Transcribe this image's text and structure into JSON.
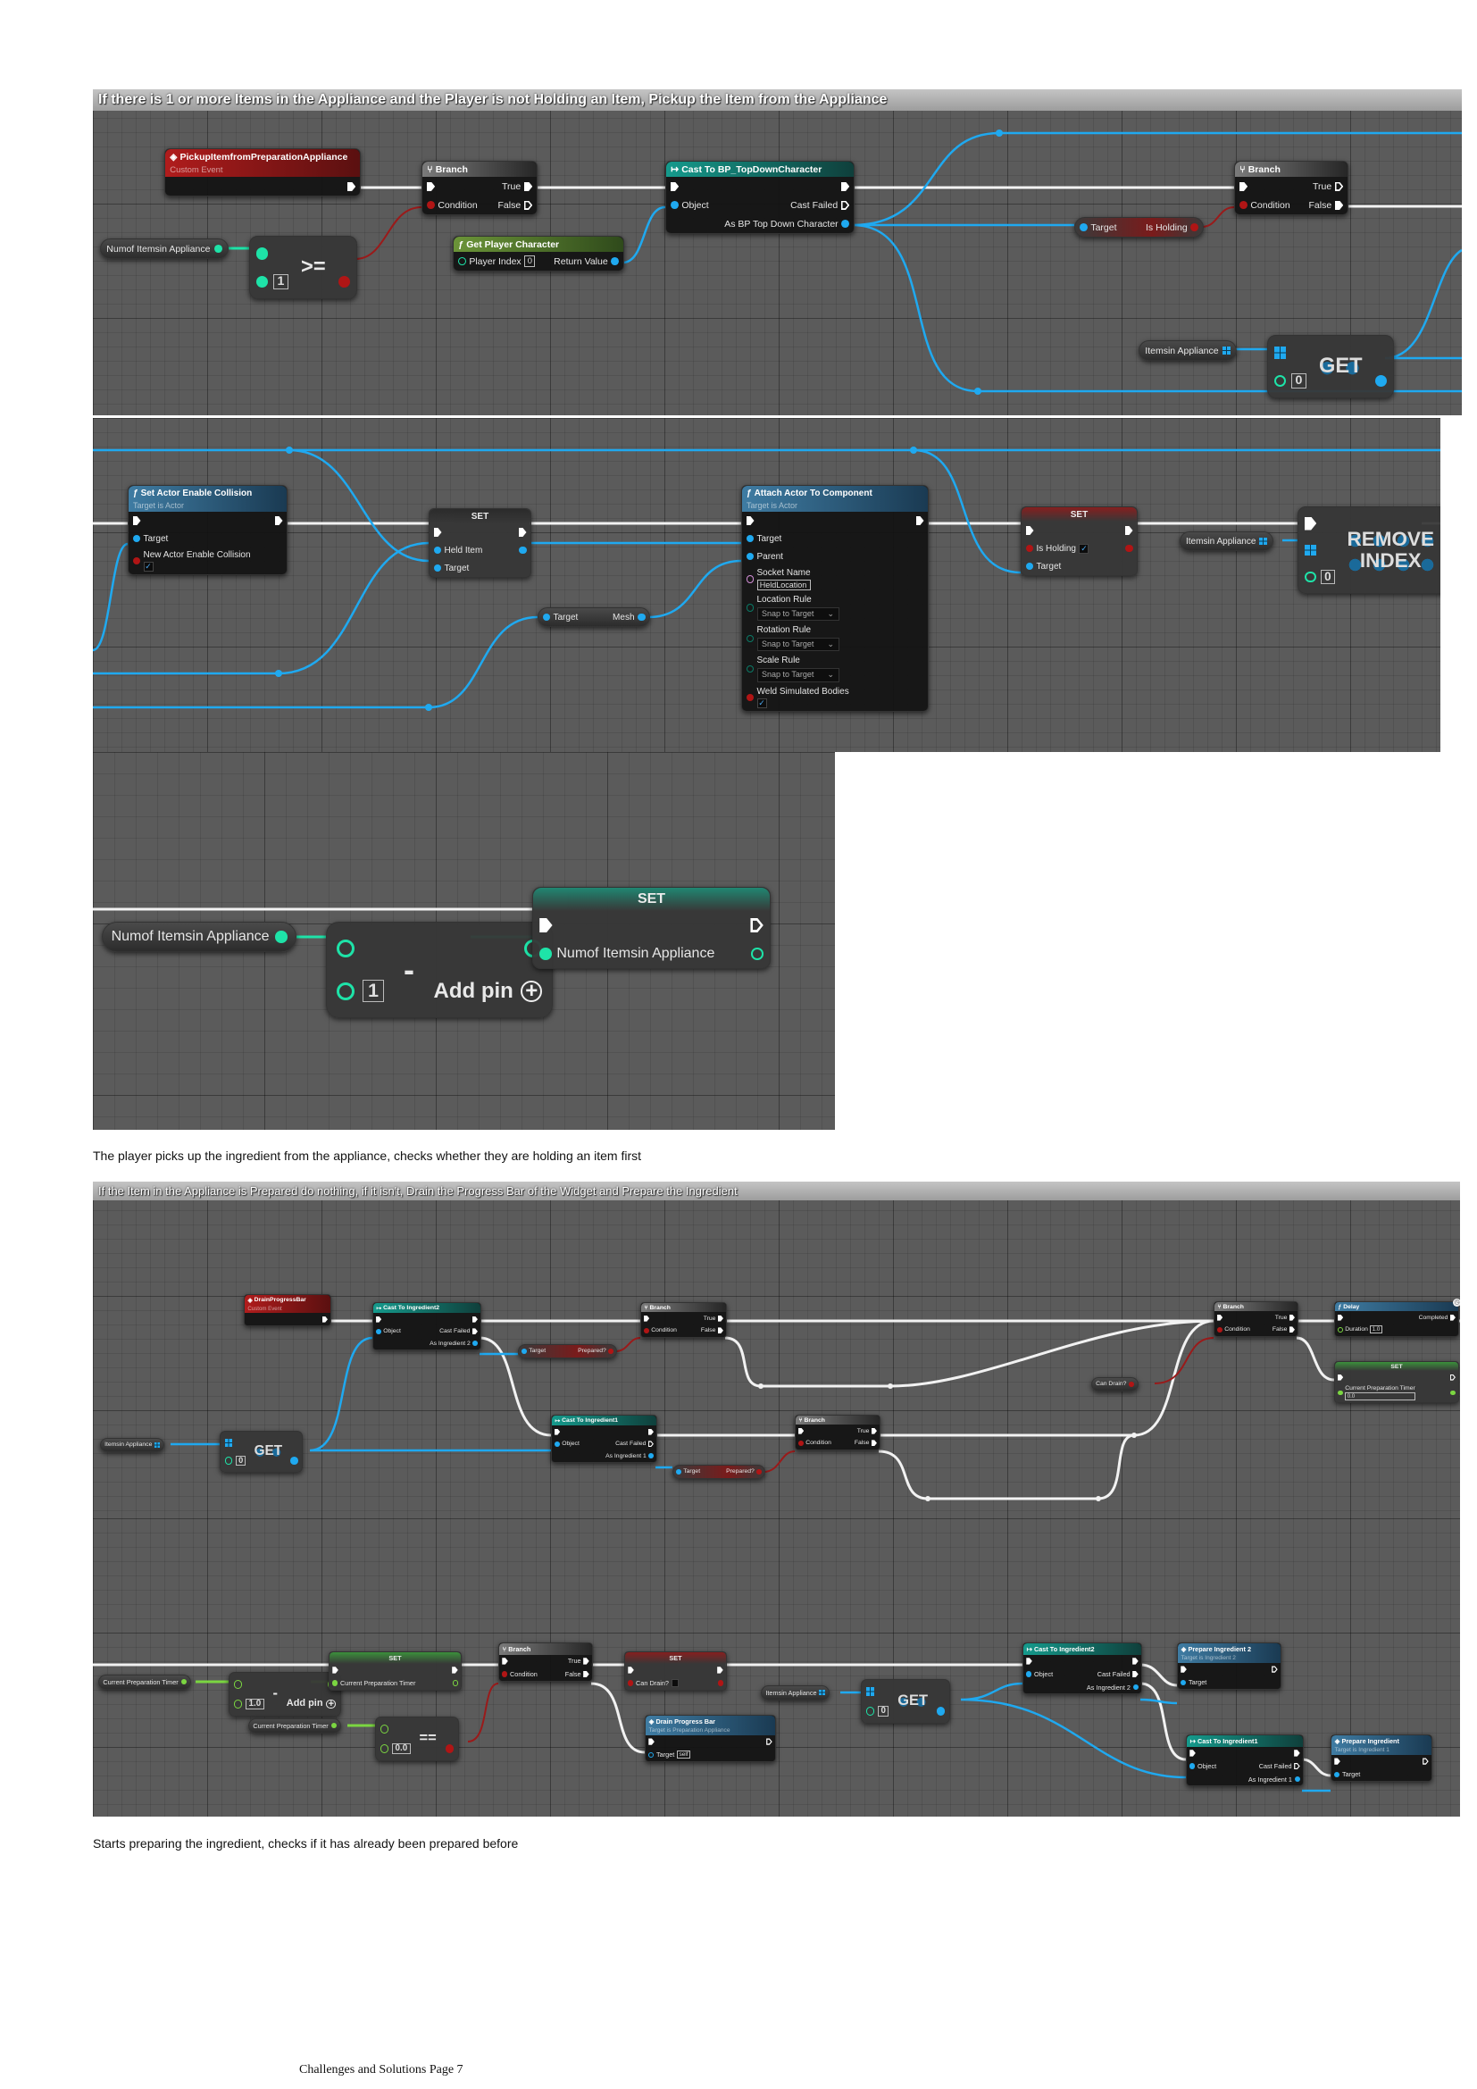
{
  "panel1": {
    "comment": "If there is 1 or more Items in the Appliance and the Player is not Holding an Item, Pickup the Item from the Appliance",
    "event": {
      "icon": "event-icon",
      "title": "PickupItemfromPreparationAppliance",
      "subtitle": "Custom Event",
      "rows": [
        [
          null,
          {
            "t": "exec"
          }
        ]
      ]
    },
    "branch1": {
      "icon": "branch-icon",
      "title": "Branch",
      "rows": [
        [
          {
            "t": "exec"
          },
          {
            "t": "exec",
            "label": "True"
          }
        ],
        [
          {
            "t": "bool",
            "label": "Condition"
          },
          {
            "t": "exec-o",
            "label": "False"
          }
        ]
      ]
    },
    "cast": {
      "icon": "cast-icon",
      "title": "Cast To BP_TopDownCharacter",
      "rows": [
        [
          {
            "t": "exec"
          },
          {
            "t": "exec"
          }
        ],
        [
          {
            "t": "obj",
            "label": "Object"
          },
          {
            "t": "exec-o",
            "label": "Cast Failed"
          }
        ],
        [
          null,
          {
            "t": "obj",
            "label": "As BP Top Down Character"
          }
        ]
      ]
    },
    "numof": {
      "label": "Numof Itemsin Appliance",
      "pin": "int"
    },
    "compare": {
      "op": ">=",
      "rows": [
        [
          {
            "t": "int"
          },
          null
        ],
        [
          {
            "t": "int",
            "value": "1"
          },
          {
            "t": "bool"
          }
        ]
      ]
    },
    "getplayer": {
      "icon": "function-icon",
      "title": "Get Player Character",
      "rows": [
        [
          {
            "t": "int-o",
            "label": "Player Index",
            "value": "0"
          },
          {
            "t": "obj",
            "label": "Return Value"
          }
        ]
      ]
    },
    "isholding": {
      "rows": [
        [
          {
            "t": "obj",
            "label": "Target"
          },
          {
            "t": "bool",
            "label": "Is Holding"
          }
        ]
      ]
    },
    "branch2": {
      "icon": "branch-icon",
      "title": "Branch",
      "rows": [
        [
          {
            "t": "exec"
          },
          {
            "t": "exec-o",
            "label": "True"
          }
        ],
        [
          {
            "t": "bool",
            "label": "Condition"
          },
          {
            "t": "exec",
            "label": "False"
          }
        ]
      ]
    },
    "itemsin": {
      "label": "Itemsin Appliance",
      "pin": "array"
    },
    "get": {
      "op": "GET",
      "rows": [
        [
          {
            "t": "array"
          },
          null
        ],
        [
          {
            "t": "int-o",
            "value": "0"
          },
          {
            "t": "obj"
          }
        ]
      ]
    }
  },
  "panel2": {
    "setcollision": {
      "icon": "function-icon",
      "title": "Set Actor Enable Collision",
      "subtitle": "Target is Actor",
      "rows": [
        [
          {
            "t": "exec"
          },
          {
            "t": "exec"
          }
        ],
        [
          {
            "t": "obj",
            "label": "Target"
          },
          null
        ],
        [
          {
            "t": "bool",
            "label": "New Actor Enable Collision",
            "check": true,
            "stack": true
          },
          null
        ]
      ]
    },
    "setheld": {
      "title": "SET",
      "rows": [
        [
          {
            "t": "exec"
          },
          {
            "t": "exec"
          }
        ],
        [
          {
            "t": "obj",
            "label": "Held Item"
          },
          {
            "t": "obj"
          }
        ],
        [
          {
            "t": "obj",
            "label": "Target"
          },
          null
        ]
      ]
    },
    "targetmesh": {
      "rows": [
        [
          {
            "t": "obj",
            "label": "Target"
          },
          {
            "t": "obj",
            "label": "Mesh"
          }
        ]
      ]
    },
    "attach": {
      "icon": "function-icon",
      "title": "Attach Actor To Component",
      "subtitle": "Target is Actor",
      "rows": [
        [
          {
            "t": "exec"
          },
          {
            "t": "exec"
          }
        ],
        [
          {
            "t": "obj",
            "label": "Target"
          },
          null
        ],
        [
          {
            "t": "obj",
            "label": "Parent"
          },
          null
        ],
        [
          {
            "t": "name",
            "label": "Socket Name",
            "value": "HeldLocation",
            "stack": true
          },
          null
        ],
        [
          {
            "t": "enum",
            "label": "Location Rule",
            "select": "Snap to Target",
            "stack": true
          },
          null
        ],
        [
          {
            "t": "enum",
            "label": "Rotation Rule",
            "select": "Snap to Target",
            "stack": true
          },
          null
        ],
        [
          {
            "t": "enum",
            "label": "Scale Rule",
            "select": "Snap to Target",
            "stack": true
          },
          null
        ],
        [
          {
            "t": "bool",
            "label": "Weld Simulated Bodies",
            "check": true,
            "stack": true
          },
          null
        ]
      ]
    },
    "setholding": {
      "title": "SET",
      "rows": [
        [
          {
            "t": "exec"
          },
          {
            "t": "exec"
          }
        ],
        [
          {
            "t": "bool",
            "label": "Is Holding",
            "check": true
          },
          {
            "t": "bool"
          }
        ],
        [
          {
            "t": "obj",
            "label": "Target"
          },
          null
        ]
      ]
    },
    "itemsin": {
      "label": "Itemsin Appliance",
      "pin": "array"
    },
    "removeindex": {
      "op": "REMOVE INDEX",
      "rows": [
        [
          {
            "t": "exec"
          },
          {
            "t": "exec"
          }
        ],
        [
          {
            "t": "array"
          },
          null
        ],
        [
          {
            "t": "int-o",
            "value": "0"
          },
          null
        ]
      ]
    }
  },
  "panel3": {
    "numof": {
      "label": "Numof Itemsin Appliance",
      "pin": "int"
    },
    "subtract": {
      "op": "-",
      "rows": [
        [
          {
            "t": "int-o"
          },
          {
            "t": "int-o"
          }
        ],
        [
          {
            "t": "int-o",
            "value": "1"
          },
          {
            "t": "addpin",
            "label": "Add pin"
          }
        ]
      ]
    },
    "set": {
      "title": "SET",
      "rows": [
        [
          {
            "t": "exec"
          },
          {
            "t": "exec-o"
          }
        ],
        [
          {
            "t": "int",
            "label": "Numof Itemsin Appliance"
          },
          {
            "t": "int-o"
          }
        ]
      ]
    }
  },
  "caption1": "The player picks up the ingredient from the appliance, checks whether they are holding an item first",
  "panel4": {
    "comment": "If the Item in the Appliance is Prepared do nothing, if it isn't,  Drain the Progress Bar of the Widget and Prepare the Ingredient",
    "event": {
      "icon": "event-icon",
      "title": "DrainProgressBar",
      "subtitle": "Custom Event",
      "rows": [
        [
          null,
          {
            "t": "exec"
          }
        ]
      ]
    },
    "cast2": {
      "icon": "cast-icon",
      "title": "Cast To Ingredient2",
      "rows": [
        [
          {
            "t": "exec"
          },
          {
            "t": "exec"
          }
        ],
        [
          {
            "t": "obj",
            "label": "Object"
          },
          {
            "t": "exec",
            "label": "Cast Failed"
          }
        ],
        [
          null,
          {
            "t": "obj",
            "label": "As Ingredient 2"
          }
        ]
      ]
    },
    "prepared2": {
      "rows": [
        [
          {
            "t": "obj",
            "label": "Target"
          },
          {
            "t": "bool",
            "label": "Prepared?"
          }
        ]
      ]
    },
    "brancha": {
      "icon": "branch-icon",
      "title": "Branch",
      "rows": [
        [
          {
            "t": "exec"
          },
          {
            "t": "exec",
            "label": "True"
          }
        ],
        [
          {
            "t": "bool",
            "label": "Condition"
          },
          {
            "t": "exec",
            "label": "False"
          }
        ]
      ]
    },
    "itemsin": {
      "label": "Itemsin Appliance",
      "pin": "array"
    },
    "get": {
      "op": "GET",
      "rows": [
        [
          {
            "t": "array"
          },
          null
        ],
        [
          {
            "t": "int-o",
            "value": "0"
          },
          {
            "t": "obj"
          }
        ]
      ]
    },
    "cast1": {
      "icon": "cast-icon",
      "title": "Cast To Ingredient1",
      "rows": [
        [
          {
            "t": "exec"
          },
          {
            "t": "exec"
          }
        ],
        [
          {
            "t": "obj",
            "label": "Object"
          },
          {
            "t": "exec-o",
            "label": "Cast Failed"
          }
        ],
        [
          null,
          {
            "t": "obj",
            "label": "As Ingredient 1"
          }
        ]
      ]
    },
    "prepared1": {
      "rows": [
        [
          {
            "t": "obj",
            "label": "Target"
          },
          {
            "t": "bool",
            "label": "Prepared?"
          }
        ]
      ]
    },
    "branchb": {
      "icon": "branch-icon",
      "title": "Branch",
      "rows": [
        [
          {
            "t": "exec"
          },
          {
            "t": "exec",
            "label": "True"
          }
        ],
        [
          {
            "t": "bool",
            "label": "Condition"
          },
          {
            "t": "exec",
            "label": "False"
          }
        ]
      ]
    },
    "candrain": {
      "label": "Can Drain?",
      "pin": "bool"
    },
    "branchc": {
      "icon": "branch-icon",
      "title": "Branch",
      "rows": [
        [
          {
            "t": "exec"
          },
          {
            "t": "exec",
            "label": "True"
          }
        ],
        [
          {
            "t": "bool",
            "label": "Condition"
          },
          {
            "t": "exec",
            "label": "False"
          }
        ]
      ]
    },
    "delay": {
      "icon": "function-icon",
      "title": "Delay",
      "rows": [
        [
          {
            "t": "exec"
          },
          {
            "t": "exec",
            "label": "Completed"
          }
        ],
        [
          {
            "t": "float-o",
            "label": "Duration",
            "value": "1.0"
          },
          null
        ]
      ]
    },
    "settimer": {
      "title": "SET",
      "rows": [
        [
          {
            "t": "exec"
          },
          {
            "t": "exec-o"
          }
        ],
        [
          {
            "t": "float",
            "label": "Current Preparation Timer",
            "value": "0.0",
            "stack": true
          },
          {
            "t": "float"
          }
        ]
      ]
    }
  },
  "panel5": {
    "timer1": {
      "label": "Current Preparation Timer",
      "pin": "float"
    },
    "subtract": {
      "op": "-",
      "rows": [
        [
          {
            "t": "float-o"
          },
          {
            "t": "float-o"
          }
        ],
        [
          {
            "t": "float-o",
            "value": "1.0"
          },
          {
            "t": "addpin",
            "label": "Add pin"
          }
        ]
      ]
    },
    "settimer": {
      "title": "SET",
      "rows": [
        [
          {
            "t": "exec"
          },
          {
            "t": "exec"
          }
        ],
        [
          {
            "t": "float",
            "label": "Current Preparation Timer"
          },
          {
            "t": "float-o"
          }
        ]
      ]
    },
    "timer2": {
      "label": "Current Preparation Timer",
      "pin": "float"
    },
    "equal": {
      "op": "==",
      "rows": [
        [
          {
            "t": "float-o"
          },
          null
        ],
        [
          {
            "t": "float-o",
            "value": "0.0"
          },
          {
            "t": "bool"
          }
        ]
      ]
    },
    "branch": {
      "icon": "branch-icon",
      "title": "Branch",
      "rows": [
        [
          {
            "t": "exec"
          },
          {
            "t": "exec",
            "label": "True"
          }
        ],
        [
          {
            "t": "bool",
            "label": "Condition"
          },
          {
            "t": "exec",
            "label": "False"
          }
        ]
      ]
    },
    "setcandrain": {
      "title": "SET",
      "rows": [
        [
          {
            "t": "exec"
          },
          {
            "t": "exec"
          }
        ],
        [
          {
            "t": "bool",
            "label": "Can Drain?",
            "check": false
          },
          {
            "t": "bool"
          }
        ]
      ]
    },
    "drainbar": {
      "icon": "event-icon",
      "title": "Drain Progress Bar",
      "subtitle": "Target is Preparation Appliance",
      "rows": [
        [
          {
            "t": "exec"
          },
          {
            "t": "exec-o"
          }
        ],
        [
          {
            "t": "obj-o",
            "label": "Target",
            "value": "self"
          },
          null
        ]
      ]
    },
    "itemsin": {
      "label": "Itemsin Appliance",
      "pin": "array"
    },
    "get": {
      "op": "GET",
      "rows": [
        [
          {
            "t": "array"
          },
          null
        ],
        [
          {
            "t": "int-o",
            "value": "0"
          },
          {
            "t": "obj"
          }
        ]
      ]
    },
    "cast2": {
      "icon": "cast-icon",
      "title": "Cast To Ingredient2",
      "rows": [
        [
          {
            "t": "exec"
          },
          {
            "t": "exec"
          }
        ],
        [
          {
            "t": "obj",
            "label": "Object"
          },
          {
            "t": "exec",
            "label": "Cast Failed"
          }
        ],
        [
          null,
          {
            "t": "obj",
            "label": "As Ingredient 2"
          }
        ]
      ]
    },
    "prep2": {
      "icon": "event-icon",
      "title": "Prepare Ingredient 2",
      "subtitle": "Target is Ingredient 2",
      "rows": [
        [
          {
            "t": "exec"
          },
          {
            "t": "exec-o"
          }
        ],
        [
          {
            "t": "obj",
            "label": "Target"
          },
          null
        ]
      ]
    },
    "cast1": {
      "icon": "cast-icon",
      "title": "Cast To Ingredient1",
      "rows": [
        [
          {
            "t": "exec"
          },
          {
            "t": "exec"
          }
        ],
        [
          {
            "t": "obj",
            "label": "Object"
          },
          {
            "t": "exec-o",
            "label": "Cast Failed"
          }
        ],
        [
          null,
          {
            "t": "obj",
            "label": "As Ingredient 1"
          }
        ]
      ]
    },
    "prep1": {
      "icon": "event-icon",
      "title": "Prepare Ingredient",
      "subtitle": "Target is Ingredient 1",
      "rows": [
        [
          {
            "t": "exec"
          },
          {
            "t": "exec-o"
          }
        ],
        [
          {
            "t": "obj",
            "label": "Target"
          },
          null
        ]
      ]
    }
  },
  "caption2": "Starts preparing the ingredient, checks if it has already been prepared before",
  "footer": "Challenges and Solutions Page 7"
}
